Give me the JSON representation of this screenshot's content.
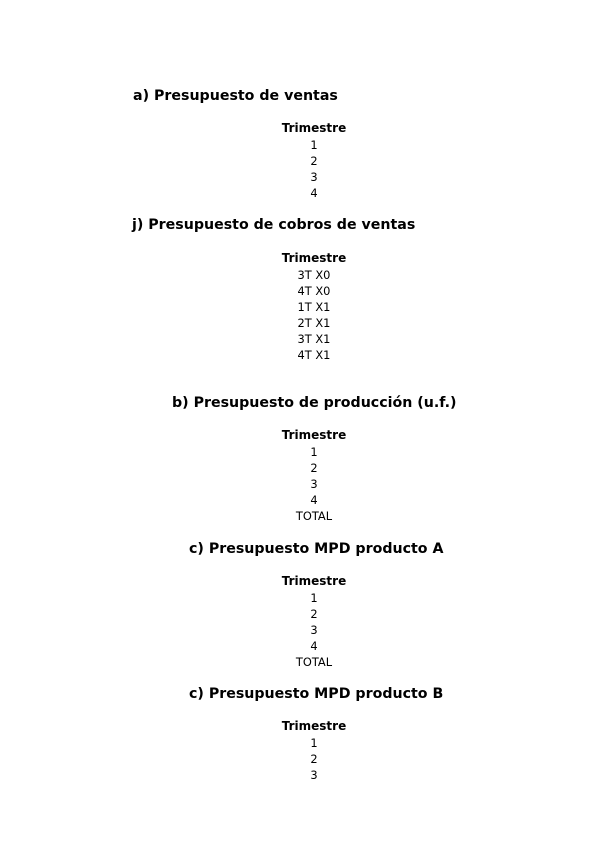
{
  "sections": [
    {
      "title": "a) Presupuesto de ventas",
      "header": "Trimestre",
      "rows": [
        "1",
        "2",
        "3",
        "4"
      ]
    },
    {
      "title": "j) Presupuesto de cobros de ventas",
      "header": "Trimestre",
      "rows": [
        "3T X0",
        "4T X0",
        "1T X1",
        "2T X1",
        "3T X1",
        "4T X1"
      ]
    },
    {
      "title": "b) Presupuesto de producción (u.f.)",
      "header": "Trimestre",
      "rows": [
        "1",
        "2",
        "3",
        "4",
        "TOTAL"
      ]
    },
    {
      "title": "c) Presupuesto MPD producto A",
      "header": "Trimestre",
      "rows": [
        "1",
        "2",
        "3",
        "4",
        "TOTAL"
      ]
    },
    {
      "title": "c) Presupuesto MPD producto B",
      "header": "Trimestre",
      "rows": [
        "1",
        "2",
        "3"
      ]
    }
  ]
}
